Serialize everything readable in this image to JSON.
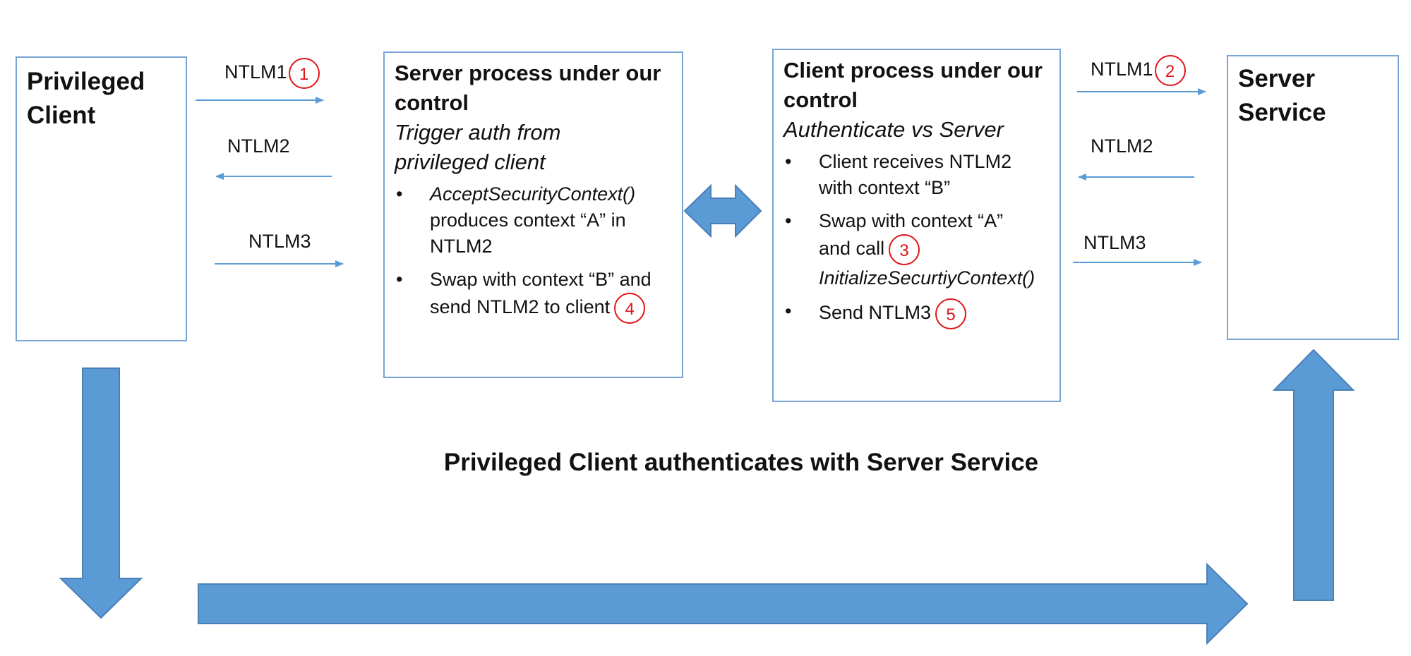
{
  "privileged_client": {
    "title_line1": "Privileged",
    "title_line2": "Client"
  },
  "server_service": {
    "title_line1": "Server",
    "title_line2": "Service"
  },
  "server_process": {
    "title_line1": "Server process under our",
    "title_line2": "control",
    "subtitle_line1": "Trigger auth from",
    "subtitle_line2": "privileged client",
    "bullets": [
      {
        "line1_italic": "AcceptSecurityContext()",
        "line2": "produces context “A” in",
        "line3": "NTLM2"
      },
      {
        "line1": "Swap with context “B” and",
        "line2": "send NTLM2 to client",
        "step": "4"
      }
    ]
  },
  "client_process": {
    "title_line1": "Client process under our",
    "title_line2": "control",
    "subtitle": "Authenticate vs Server",
    "bullets": [
      {
        "line1": "Client receives NTLM2",
        "line2": "with context “B”"
      },
      {
        "line1": "Swap with context “A”",
        "line2": "and call",
        "step": "3",
        "line3_italic": "InitializeSecurtiyContext()"
      },
      {
        "line1": "Send NTLM3",
        "step": "5"
      }
    ]
  },
  "left_messages": {
    "ntlm1": "NTLM1",
    "ntlm1_step": "1",
    "ntlm2": "NTLM2",
    "ntlm3": "NTLM3"
  },
  "right_messages": {
    "ntlm1": "NTLM1",
    "ntlm1_step": "2",
    "ntlm2": "NTLM2",
    "ntlm3": "NTLM3"
  },
  "bullet_glyph": "•",
  "bottom_caption": "Privileged Client authenticates with Server Service",
  "colors": {
    "box_border": "#7aa4d6",
    "arrow": "#5b9bd5",
    "big_arrow_fill": "#5b9bd5",
    "big_arrow_stroke": "#4a7fb8",
    "step_circle": "#e0141a"
  }
}
